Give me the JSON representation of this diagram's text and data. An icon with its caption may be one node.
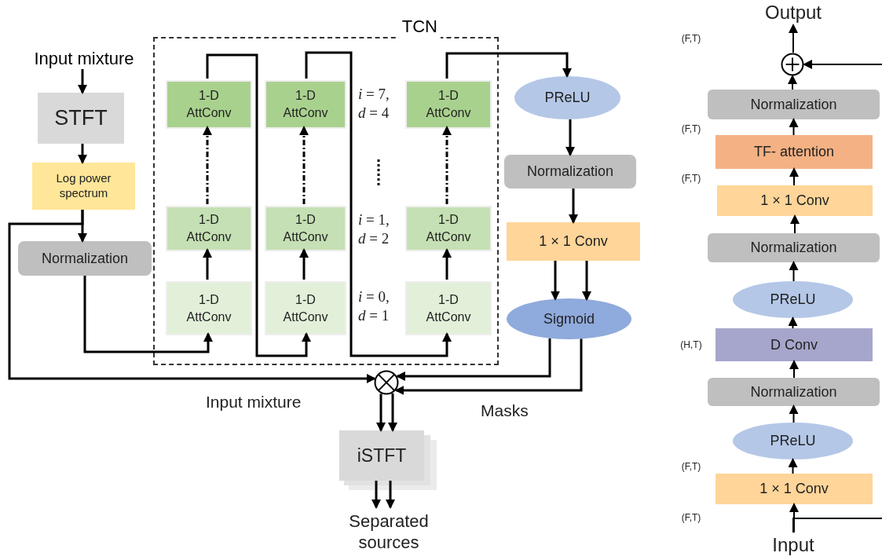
{
  "diagram": {
    "nodes": [
      {
        "text": [
          "Input mixture"
        ]
      },
      {
        "text": [
          "STFT"
        ]
      },
      {
        "text": [
          "Log power spectrum"
        ]
      },
      {
        "text": [
          "Normalization"
        ]
      },
      {
        "text": [
          "TCN"
        ]
      },
      {
        "text": [
          "1-D AttConv"
        ],
        "in": 4
      },
      {
        "text": [
          "1-D AttConv"
        ],
        "in": 4
      },
      {
        "text": [
          "1-D AttConv"
        ],
        "in": 4
      },
      {
        "text": [
          "1-D AttConv"
        ],
        "in": 4
      },
      {
        "text": [
          "1-D AttConv"
        ],
        "in": 4
      },
      {
        "text": [
          "1-D AttConv"
        ],
        "in": 4
      },
      {
        "text": [
          "1-D AttConv"
        ],
        "in": 4
      },
      {
        "text": [
          "1-D AttConv"
        ],
        "in": 4
      },
      {
        "text": [
          "1-D AttConv"
        ],
        "in": 4
      },
      {
        "text": [
          "PReLU"
        ]
      },
      {
        "text": [
          "Normalization"
        ]
      },
      {
        "text": [
          "1 × 1 Conv"
        ]
      },
      {
        "text": [
          "Sigmoid"
        ]
      },
      {
        "text": [],
        "shape": "circle"
      },
      {
        "text": [
          "iSTFT"
        ]
      },
      {
        "text": [
          "Separated sources"
        ]
      },
      {
        "text": [
          "Output"
        ]
      },
      {
        "text": [],
        "shape": "circle"
      },
      {
        "text": [
          "Normalization"
        ]
      },
      {
        "text": [
          "TF- attention"
        ]
      },
      {
        "text": [
          "1 × 1 Conv"
        ]
      },
      {
        "text": [
          "Normalization"
        ]
      },
      {
        "text": [
          "PReLU"
        ]
      },
      {
        "text": [
          "D Conv"
        ]
      },
      {
        "text": [
          "Normalization"
        ]
      },
      {
        "text": [
          "PReLU"
        ]
      },
      {
        "text": [
          "1 × 1 Conv"
        ]
      },
      {
        "text": [
          "Input"
        ]
      }
    ],
    "edges": [
      {
        "from": 0,
        "to": 1,
        "arrow": "to"
      },
      {
        "from": 1,
        "to": 2,
        "arrow": "to"
      },
      {
        "from": 2,
        "to": 3,
        "arrow": "to"
      },
      {
        "from": 2,
        "to": 18,
        "arrow": "to"
      },
      {
        "from": 3,
        "to": 11,
        "arrow": "to"
      },
      {
        "from": 5,
        "to": 12,
        "arrow": "to"
      },
      {
        "from": 6,
        "to": 13,
        "arrow": "to"
      },
      {
        "from": 7,
        "to": 14,
        "arrow": "to"
      },
      {
        "from": 11,
        "to": 8,
        "arrow": "to"
      },
      {
        "from": 8,
        "to": 5,
        "arrow": "to",
        "style": "dashed"
      },
      {
        "from": 12,
        "to": 9,
        "arrow": "to"
      },
      {
        "from": 9,
        "to": 6,
        "arrow": "to",
        "style": "dashed"
      },
      {
        "from": 13,
        "to": 10,
        "arrow": "to"
      },
      {
        "from": 10,
        "to": 7,
        "arrow": "to",
        "style": "dashed"
      },
      {
        "from": 14,
        "to": 15,
        "arrow": "to"
      },
      {
        "from": 15,
        "to": 16,
        "arrow": "to"
      },
      {
        "from": 16,
        "to": 17,
        "arrow": "to"
      },
      {
        "from": 16,
        "to": 17,
        "arrow": "to"
      },
      {
        "from": 17,
        "to": 18,
        "arrow": "to"
      },
      {
        "from": 17,
        "to": 18,
        "arrow": "to"
      },
      {
        "from": 18,
        "to": 19,
        "arrow": "to"
      },
      {
        "from": 18,
        "to": 19,
        "arrow": "to"
      },
      {
        "from": 19,
        "to": 20,
        "arrow": "to"
      },
      {
        "from": 19,
        "to": 20,
        "arrow": "to"
      },
      {
        "from": 22,
        "to": 21,
        "arrow": "to"
      },
      {
        "from": 23,
        "to": 22,
        "arrow": "to"
      },
      {
        "from": 24,
        "to": 23,
        "arrow": "to"
      },
      {
        "from": 25,
        "to": 24,
        "arrow": "to"
      },
      {
        "from": 26,
        "to": 25,
        "arrow": "to"
      },
      {
        "from": 27,
        "to": 26,
        "arrow": "to"
      },
      {
        "from": 28,
        "to": 27,
        "arrow": "to"
      },
      {
        "from": 29,
        "to": 28,
        "arrow": "to"
      },
      {
        "from": 30,
        "to": 29,
        "arrow": "to"
      },
      {
        "from": 31,
        "to": 30,
        "arrow": "to"
      },
      {
        "from": 32,
        "to": 31,
        "arrow": "to"
      },
      {
        "from": null,
        "to": 22,
        "arrow": "to"
      },
      {
        "from": 32,
        "to": null,
        "arrow": "none"
      }
    ],
    "labels": [
      "(F,T)",
      "*i* = 7, *d* = 4",
      "(F,T)",
      "(F,T)",
      "*i* = 1, *d* = 2",
      "*i* = 0, *d* = 1",
      "(H,T)",
      "Input mixture",
      "Masks",
      "(F,T)",
      "(F,T)"
    ]
  }
}
